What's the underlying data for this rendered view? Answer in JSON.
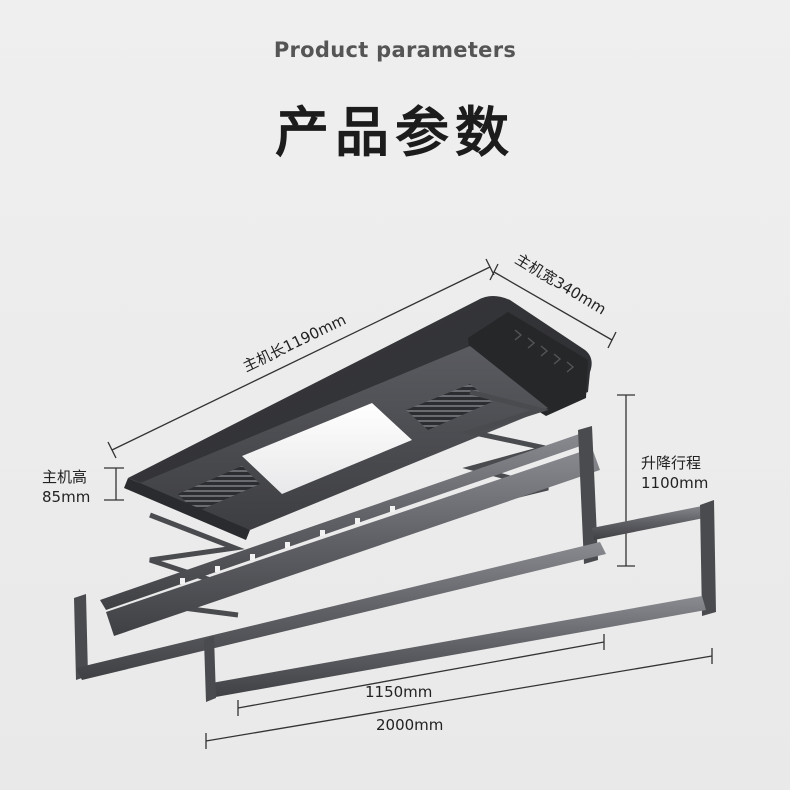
{
  "header": {
    "subtitle": "Product parameters",
    "title": "产品参数"
  },
  "dimensions": {
    "host_length": "主机长1190mm",
    "host_width": "主机宽340mm",
    "host_height_label": "主机高",
    "host_height_value": "85mm",
    "lift_travel_label": "升降行程",
    "lift_travel_value": "1100mm",
    "rod_inner_length": "1150mm",
    "rod_outer_length": "2000mm"
  },
  "colors": {
    "background": "#ececec",
    "product_dark": "#3a3b3e",
    "product_body": "#525357",
    "rail": "#6b6c70",
    "dimension_line": "#333333"
  }
}
